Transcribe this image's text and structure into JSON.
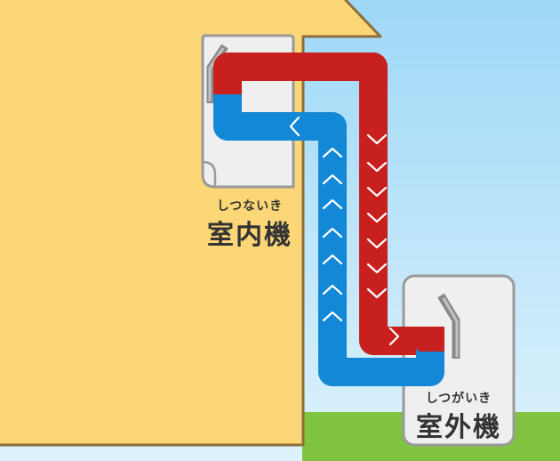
{
  "indoor_unit": {
    "reading": "しつないき",
    "label": "室内機"
  },
  "outdoor_unit": {
    "reading": "しつがいき",
    "label": "室外機"
  },
  "colors": {
    "sky_top": "#9ED8F7",
    "sky_bottom": "#DDF2FC",
    "house_wall": "#FCD778",
    "house_outline": "#8C6E3C",
    "grass": "#7FC340",
    "hot_pipe": "#C8201E",
    "cold_pipe": "#1388D6",
    "unit_fill": "#EFEFEF",
    "unit_border": "#9A9A9A"
  }
}
